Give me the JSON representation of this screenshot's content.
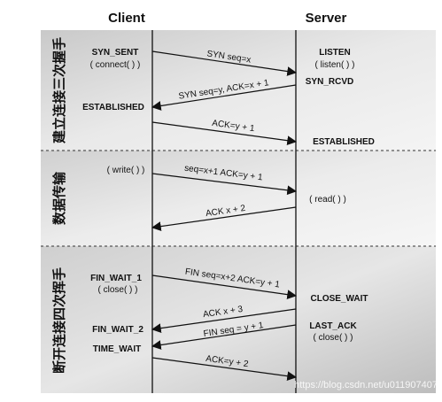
{
  "headers": {
    "client": "Client",
    "server": "Server"
  },
  "phases": [
    {
      "label": "建立连接三次握手"
    },
    {
      "label": "数据传输"
    },
    {
      "label": "断开连接四次挥手"
    }
  ],
  "client_states": {
    "syn_sent": "SYN_SENT",
    "connect": "( connect( ) )",
    "established": "ESTABLISHED",
    "write": "( write( ) )",
    "fin_wait_1": "FIN_WAIT_1",
    "close": "( close( ) )",
    "fin_wait_2": "FIN_WAIT_2",
    "time_wait": "TIME_WAIT"
  },
  "server_states": {
    "listen": "LISTEN",
    "listen_call": "( listen( ) )",
    "syn_rcvd": "SYN_RCVD",
    "established": "ESTABLISHED",
    "read": "( read( ) )",
    "close_wait": "CLOSE_WAIT",
    "last_ack": "LAST_ACK",
    "close": "( close( ) )"
  },
  "messages": [
    {
      "text": "SYN seq=x",
      "direction": "client-to-server"
    },
    {
      "text": "SYN seq=y, ACK=x + 1",
      "direction": "server-to-client"
    },
    {
      "text": "ACK=y + 1",
      "direction": "client-to-server"
    },
    {
      "text": "seq=x+1 ACK=y + 1",
      "direction": "client-to-server"
    },
    {
      "text": "ACK x + 2",
      "direction": "server-to-client"
    },
    {
      "text": "FIN seq=x+2 ACK=y + 1",
      "direction": "client-to-server"
    },
    {
      "text": "ACK x + 3",
      "direction": "server-to-client"
    },
    {
      "text": "FIN seq = y + 1",
      "direction": "server-to-client"
    },
    {
      "text": "ACK=y + 2",
      "direction": "client-to-server"
    }
  ],
  "watermark": "https://blog.csdn.net/u011907407",
  "colors": {
    "line": "#111111",
    "divider": "#333333"
  }
}
